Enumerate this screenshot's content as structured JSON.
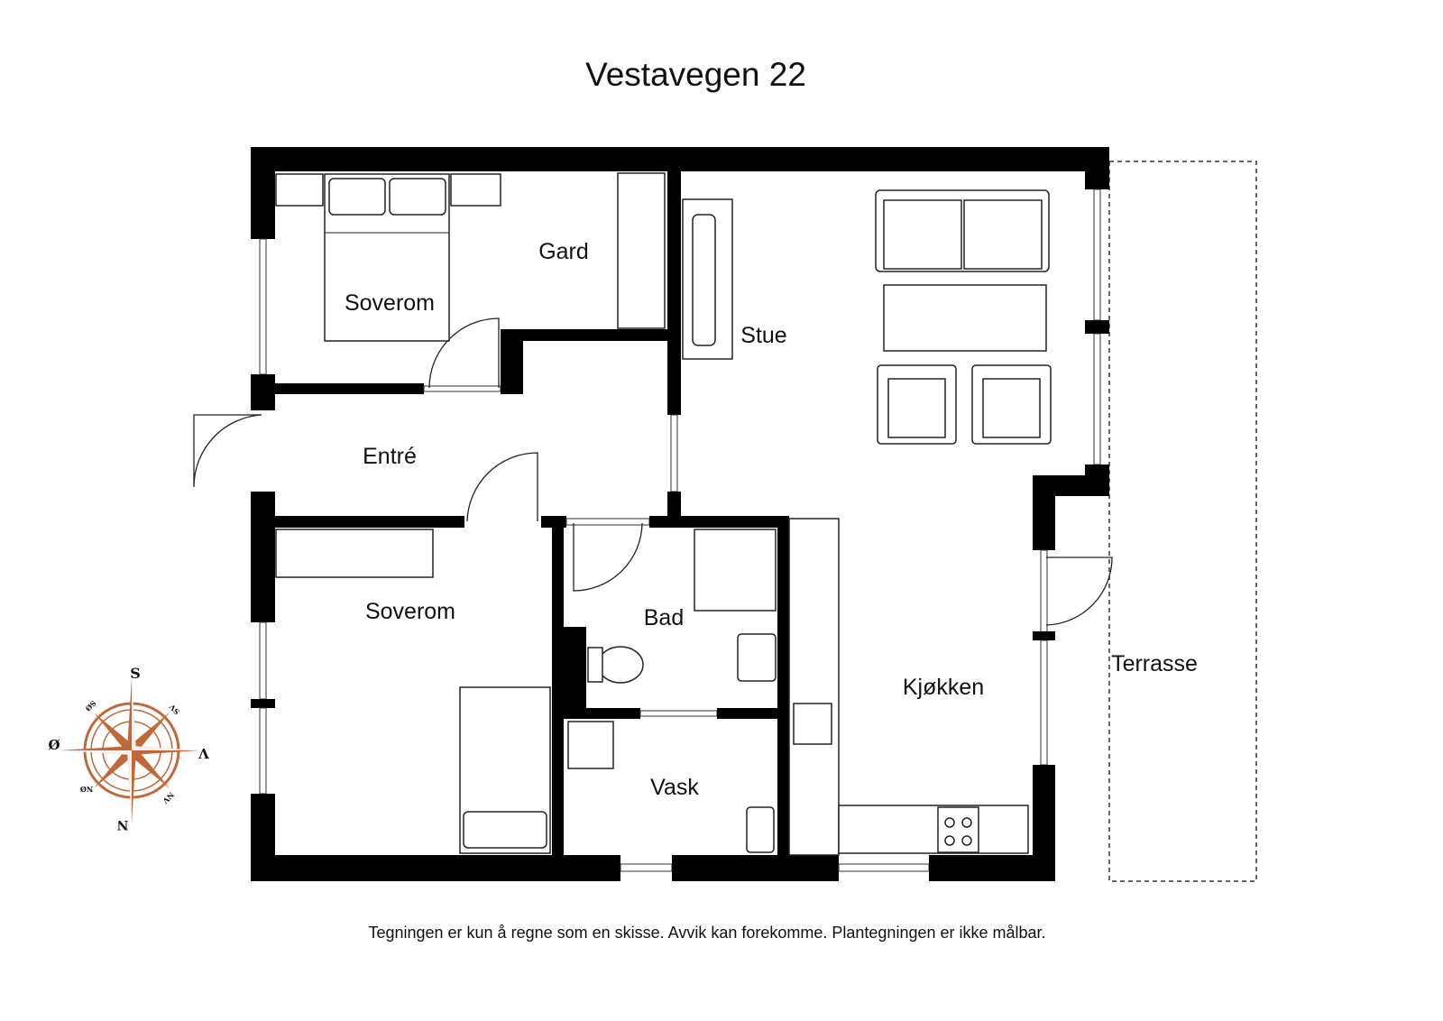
{
  "title": "Vestavegen 22",
  "rooms": {
    "soverom_1": "Soverom",
    "gard": "Gard",
    "stue": "Stue",
    "entre": "Entré",
    "soverom_2": "Soverom",
    "bad": "Bad",
    "vask": "Vask",
    "kjokken": "Kjøkken",
    "terrasse": "Terrasse"
  },
  "compass": {
    "north": "N",
    "south": "S",
    "east": "Ø",
    "west": "V",
    "northeast": "NØ",
    "northwest": "NV",
    "southeast": "SØ",
    "southwest": "SV",
    "color": "#c0683a"
  },
  "footer": "Tegningen er kun å regne som en skisse. Avvik kan forekomme. Plantegningen er ikke målbar."
}
